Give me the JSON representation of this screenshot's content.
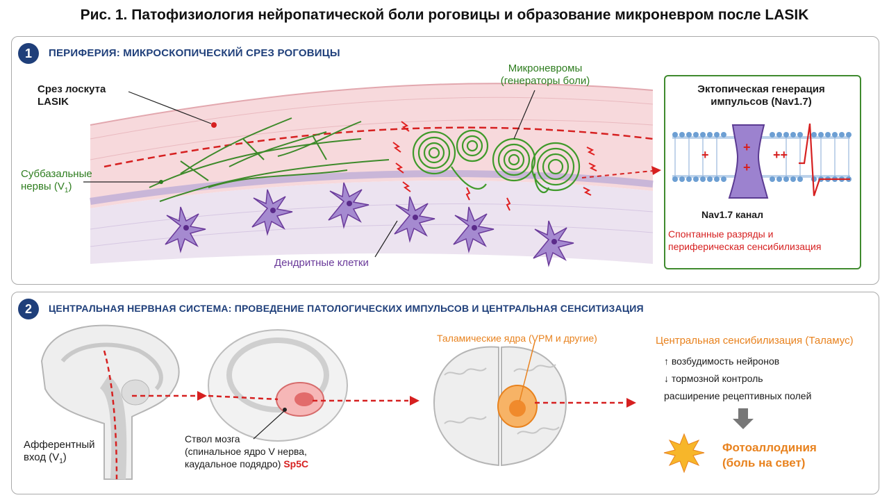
{
  "title": "Рис. 1. Патофизиология нейропатической боли роговицы и образование микроневром после LASIK",
  "panel1": {
    "number": "1",
    "title": "ПЕРИФЕРИЯ: МИКРОСКОПИЧЕСКИЙ СРЕЗ РОГОВИЦЫ",
    "flap_line1": "Срез лоскута",
    "flap_line2": "LASIK",
    "nerves_line1": "Суббазальные",
    "nerves_line2": "нервы (V",
    "nerves_sub": "1",
    "nerves_close": ")",
    "microneuroma_line1": "Микроневромы",
    "microneuroma_line2": "(генераторы боли)",
    "dendritic": "Дендритные клетки",
    "inset": {
      "title_line1": "Эктопическая генерация",
      "title_line2": "импульсов (Nav1.7)",
      "channel": "Nav1.7 канал",
      "result_line1": "Спонтанные разряды и",
      "result_line2": "периферическая сенсибилизация",
      "plus": "+",
      "plus_double": "++"
    }
  },
  "panel2": {
    "number": "2",
    "title": "ЦЕНТРАЛЬНАЯ НЕРВНАЯ СИСТЕМА: ПРОВЕДЕНИЕ ПАТОЛОГИЧЕСКИХ ИМПУЛЬСОВ И ЦЕНТРАЛЬНАЯ СЕНСИТИЗАЦИЯ",
    "afferent_line1": "Афферентный",
    "afferent_line2": "вход (V",
    "afferent_sub": "1",
    "afferent_close": ")",
    "brainstem_line1": "Ствол мозга",
    "brainstem_line2": "(спинальное ядро V нерва,",
    "brainstem_line3": "каудальное подядро) ",
    "brainstem_sp5c": "Sp5C",
    "thalamic": "Таламические ядра (VPM и другие)",
    "central_title": "Центральная сенсибилизация (Таламус)",
    "central_items": [
      "↑ возбудимость нейронов",
      "↓ тормозной контроль",
      "расширение рецептивных полей"
    ],
    "photo_line1": "Фотоаллодиния",
    "photo_line2": "(боль на свет)"
  },
  "colors": {
    "navy": "#1f3f7a",
    "nerve_green": "#2e7d1f",
    "dendritic_purple": "#6a3a9a",
    "signal_red": "#d62020",
    "thalamus_orange": "#e8821e"
  }
}
